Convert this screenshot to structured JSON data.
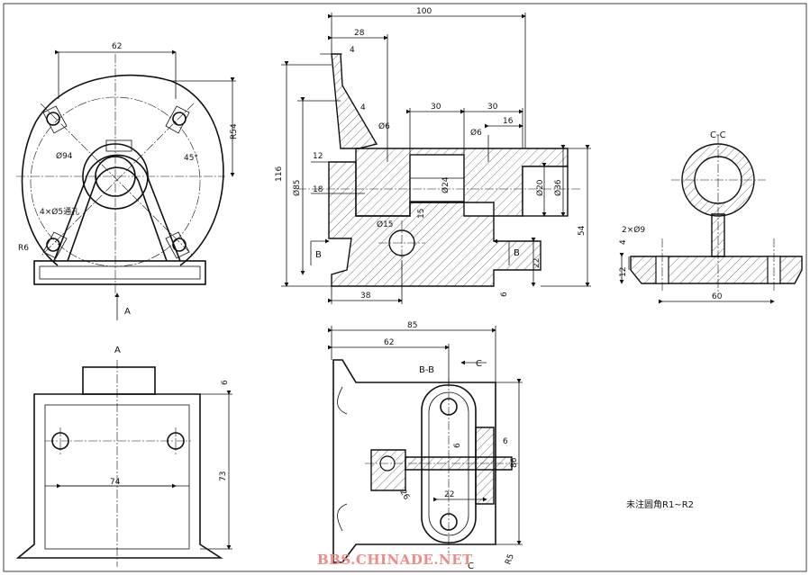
{
  "front_view": {
    "dims": {
      "width_62": "62",
      "radius_54": "R54",
      "dia_94": "Ø94",
      "angle_45": "45°",
      "holes_4x5": "4×Ø5通孔",
      "r6": "R6"
    },
    "arrow_label": "A"
  },
  "section_view": {
    "dims": {
      "len_100": "100",
      "len_28": "28",
      "len_4": "4",
      "len_4b": "4",
      "dia_6a": "Ø6",
      "len_30a": "30",
      "len_30b": "30",
      "len_16": "16",
      "dia_6b": "Ø6",
      "h_116": "116",
      "dia_85": "Ø85",
      "len_12": "12",
      "len_18": "18",
      "dia_24": "Ø24",
      "dia_20": "Ø20",
      "dia_36": "Ø36",
      "len_15": "15",
      "dia_15": "Ø15",
      "h_54": "54",
      "h_22": "22",
      "len_38": "38",
      "len_6": "6",
      "section_b_left": "B",
      "section_b_right": "B"
    }
  },
  "cc_view": {
    "title": "C-C",
    "dims": {
      "holes_2x9": "2×Ø9",
      "h_4": "4",
      "h_12": "12",
      "w_60": "60"
    }
  },
  "a_view": {
    "title": "A",
    "dims": {
      "h_6": "6",
      "w_74": "74",
      "h_73": "73"
    }
  },
  "bb_view": {
    "title": "B-B",
    "cut_label_top": "C",
    "cut_label_bottom": "C",
    "dims": {
      "w_85": "85",
      "w_62": "62",
      "t_6a": "6",
      "t_6b": "6",
      "h_86": "86",
      "r_26": "26",
      "w_22": "22",
      "r_5": "R5"
    }
  },
  "note": "未注圆角R1~R2",
  "watermark": "BBS.CHINADE.NET"
}
